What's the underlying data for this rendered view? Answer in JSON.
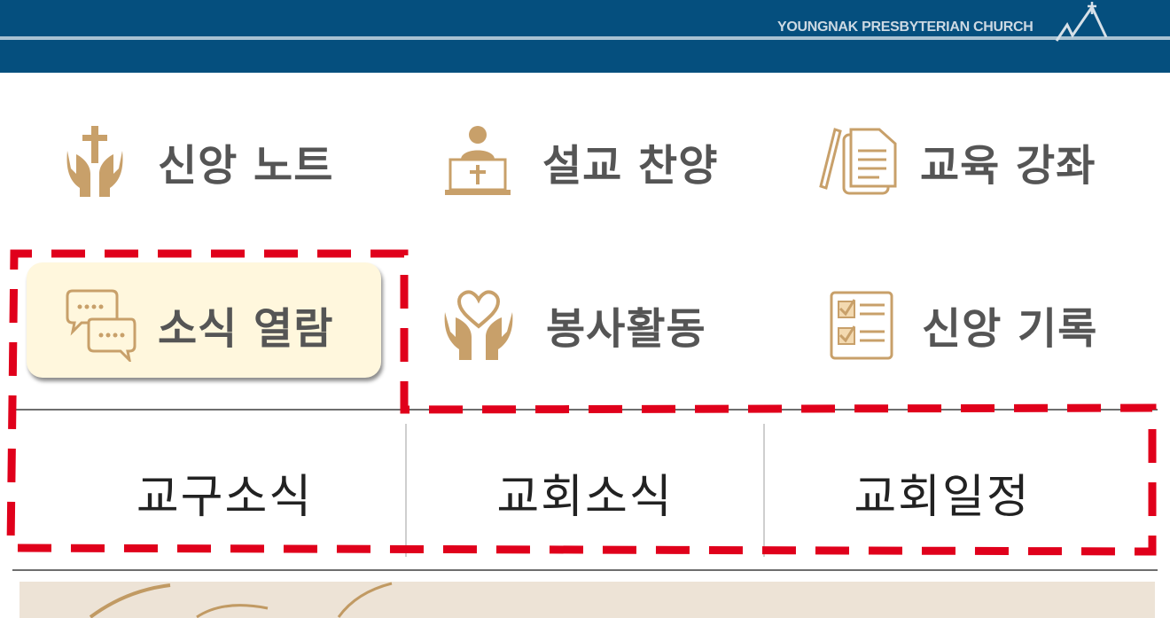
{
  "header": {
    "brand": "YOUNGNAK PRESBYTERIAN CHURCH",
    "logo_icon": "church-steeple-icon",
    "background_color": "#054f7e"
  },
  "menu": {
    "items": [
      {
        "label": "신앙 노트",
        "icon": "praying-hands-cross-icon"
      },
      {
        "label": "설교 찬양",
        "icon": "pulpit-icon"
      },
      {
        "label": "교육 강좌",
        "icon": "documents-pencil-icon"
      },
      {
        "label": "소식 열람",
        "icon": "chat-bubbles-icon",
        "selected": true
      },
      {
        "label": "봉사활동",
        "icon": "hands-heart-icon"
      },
      {
        "label": "신앙 기록",
        "icon": "checklist-icon"
      }
    ],
    "accent_color": "#c8a06a",
    "selected_background": "#fff7dd"
  },
  "subtabs": {
    "items": [
      {
        "label": "교구소식"
      },
      {
        "label": "교회소식"
      },
      {
        "label": "교회일정"
      }
    ]
  },
  "highlight_color": "#e0001b"
}
